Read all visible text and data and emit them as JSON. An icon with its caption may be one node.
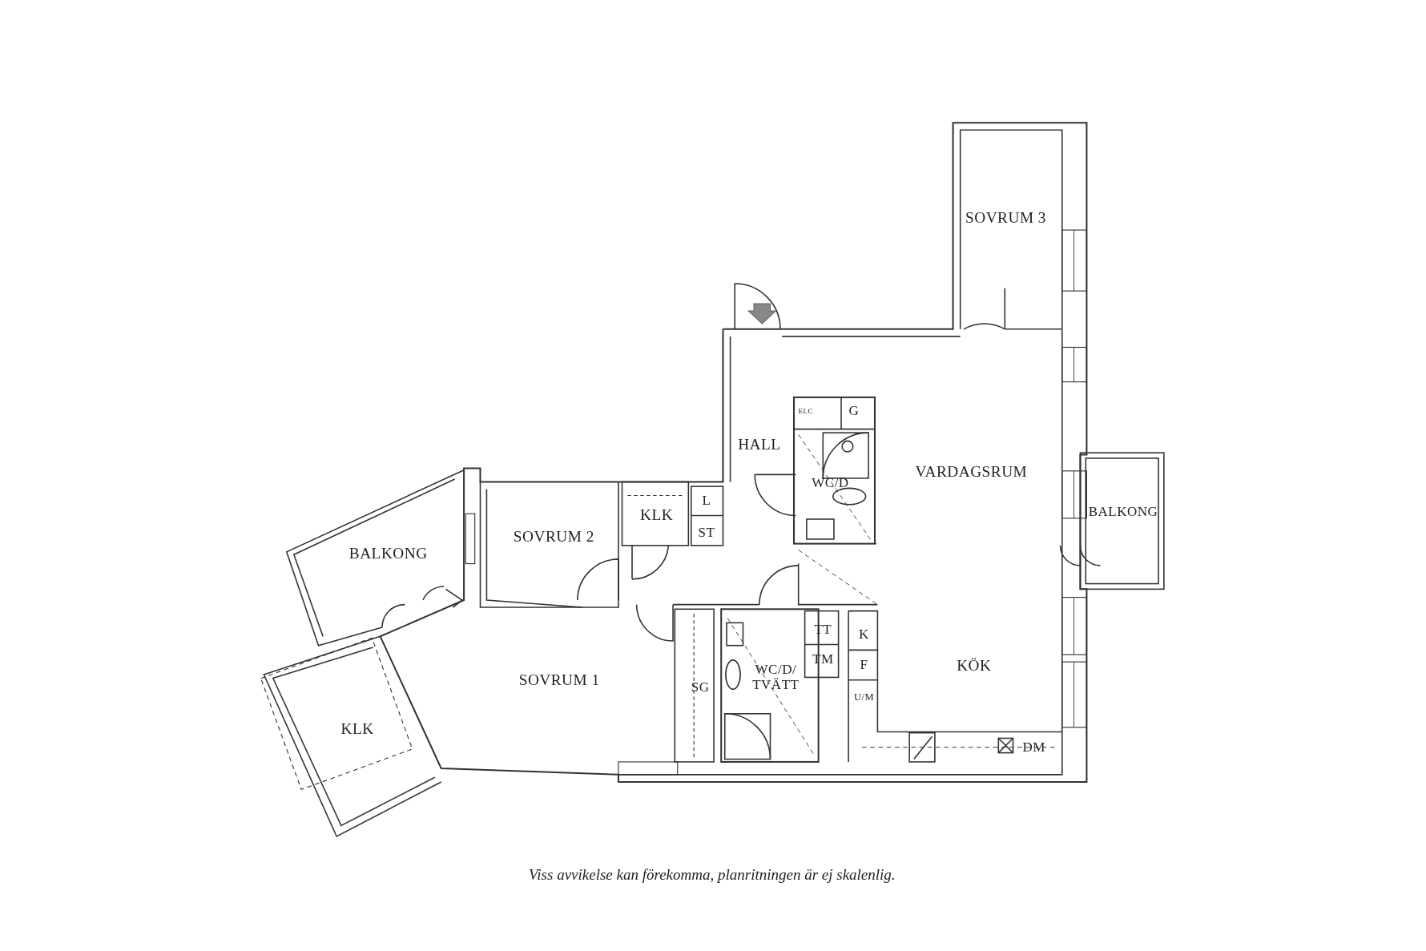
{
  "diagram": {
    "caption": "Viss avvikelse kan förekomma, planritningen är ej skalenlig.",
    "labels": [
      "SOVRUM 3",
      "ELC",
      "G",
      "HALL",
      "VARDAGSRUM",
      "WC/D",
      "BALKONG",
      "KLK",
      "L",
      "ST",
      "SOVRUM 2",
      "BALKONG",
      "TT",
      "TM",
      "K",
      "SOVRUM 1",
      "F",
      "KÖK",
      "WC/D/ TVÄTT",
      "SG",
      "U/M",
      "KLK",
      "DM"
    ]
  }
}
